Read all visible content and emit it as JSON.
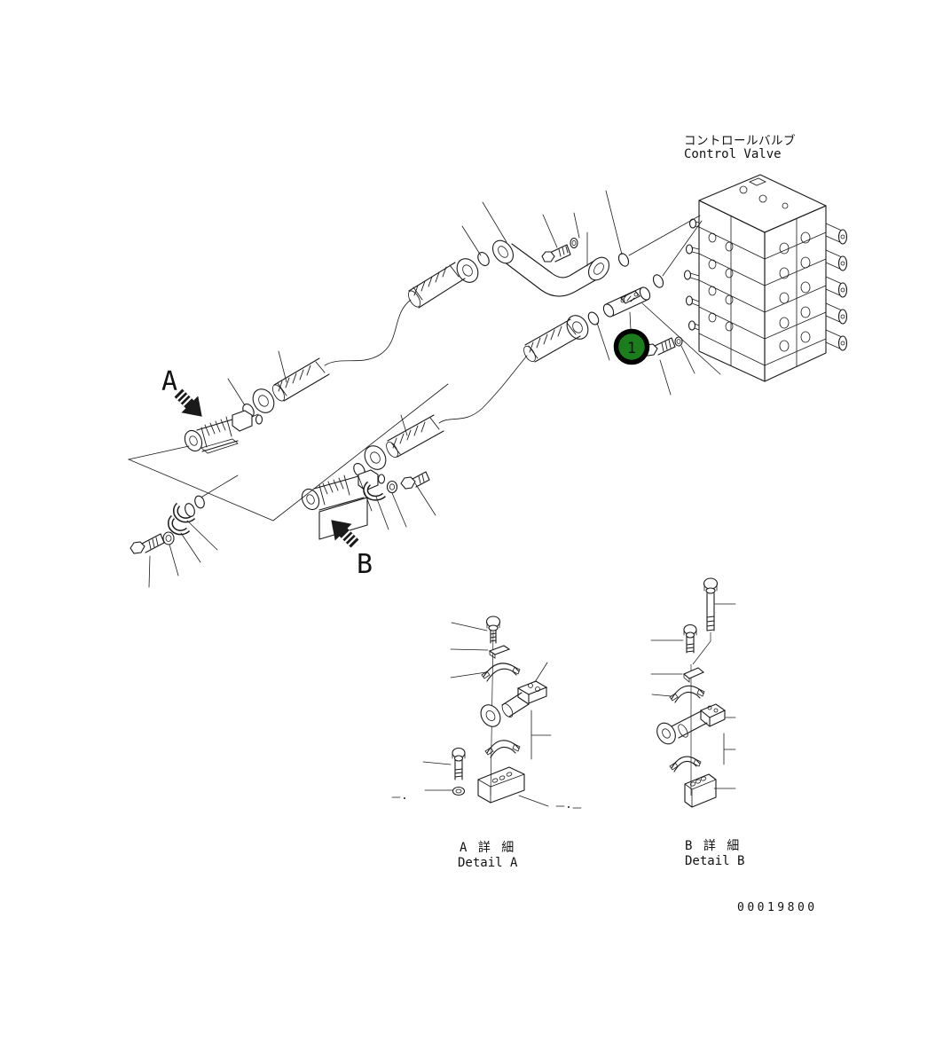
{
  "page": {
    "background": "#ffffff",
    "ink": "#1a1a1a"
  },
  "header": {
    "component_name_jp": "コントロールバルブ",
    "component_name_en": "Control Valve"
  },
  "view_markers": {
    "a": "A",
    "b": "B"
  },
  "callouts": [
    {
      "number": "1",
      "fill": "#1b7d1b",
      "ring": "#000000",
      "text_color": "#ffffff"
    }
  ],
  "details": [
    {
      "id": "detail-a",
      "label_jp": "A 詳 細",
      "label_en": "Detail A"
    },
    {
      "id": "detail-b",
      "label_jp": "B 詳 細",
      "label_en": "Detail B"
    }
  ],
  "footer": {
    "drawing_number": "00019800"
  }
}
